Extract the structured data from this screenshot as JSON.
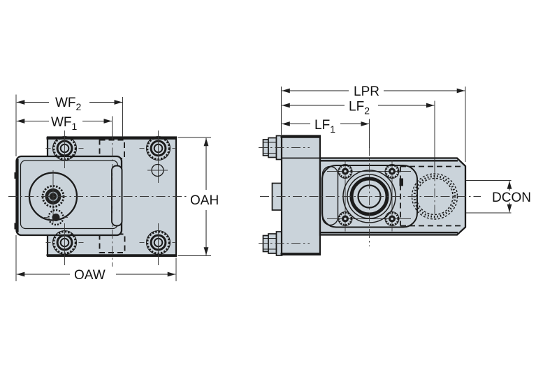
{
  "background": "#ffffff",
  "colors": {
    "part_fill": "#cad3da",
    "outline": "#1b1b1b",
    "centerline": "#3a3a3a",
    "dimension_line": "#1f1f1f",
    "label_text": "#111111"
  },
  "dims": {
    "wf2": {
      "base": "WF",
      "sub": "2"
    },
    "wf1": {
      "base": "WF",
      "sub": "1"
    },
    "oah": {
      "label": "OAH"
    },
    "oaw": {
      "label": "OAW"
    },
    "lpr": {
      "label": "LPR"
    },
    "lf2": {
      "base": "LF",
      "sub": "2"
    },
    "lf1": {
      "base": "LF",
      "sub": "1"
    },
    "dcon": {
      "label": "DCON"
    }
  }
}
